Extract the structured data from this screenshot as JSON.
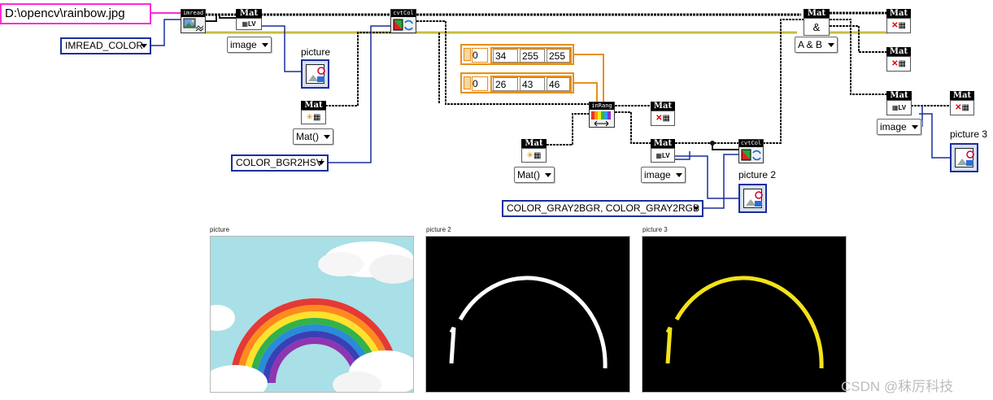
{
  "path_constant": "D:\\opencv\\rainbow.jpg",
  "imread": {
    "header": "imread",
    "flag_ring": "IMREAD_COLOR"
  },
  "mat_labels": {
    "mat": "Mat"
  },
  "image_rings": {
    "ring1": "image",
    "ring2": "image",
    "ring3": "image"
  },
  "picture_indicators": {
    "picture": "picture",
    "picture2": "picture 2",
    "picture3": "picture 3"
  },
  "mat_constructor": {
    "ring1": "Mat()",
    "ring2": "Mat()"
  },
  "cvtcolor": {
    "header": "cvtCol",
    "code1": "COLOR_BGR2HSV",
    "code2": "COLOR_GRAY2BGR, COLOR_GRAY2RGB"
  },
  "inrange": {
    "header": "inRang",
    "lower": {
      "index": "0",
      "values": [
        "26",
        "43",
        "46"
      ]
    },
    "upper": {
      "index": "0",
      "values": [
        "34",
        "255",
        "255"
      ]
    }
  },
  "bitwise_and": {
    "symbol": "&",
    "ring": "A & B"
  },
  "lv_badge": "LV",
  "front_panel": {
    "display1_title": "picture",
    "display2_title": "picture 2",
    "display3_title": "picture 3"
  },
  "watermark": "CSDN @秣厉科技",
  "colors": {
    "wire_blue": "#1a2e9a",
    "wire_black": "#111111",
    "wire_olive": "#c8bd3f",
    "array_orange": "#e7901a",
    "path_pink": "#ff2bd6",
    "sky": "#a9dfe6",
    "mask_white": "#ffffff",
    "mask_yellow": "#f2e21a"
  }
}
